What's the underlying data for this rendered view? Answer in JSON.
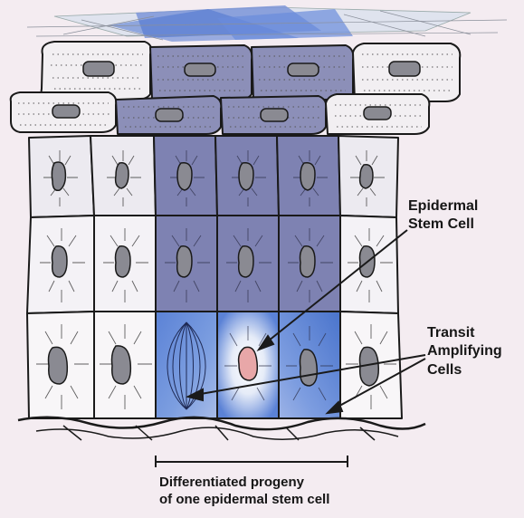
{
  "labels": {
    "stem_cell": [
      "Epidermal",
      "Stem Cell"
    ],
    "transit": [
      "Transit",
      "Amplifying",
      "Cells"
    ],
    "progeny": [
      "Differentiated progeny",
      "of one epidermal stem cell"
    ]
  },
  "colors": {
    "background": "#f4ecf1",
    "cell_white": "#f8f6f8",
    "cell_lavender": "#8a8eb8",
    "cell_blue": "#4f78d0",
    "stem_nucleus": "#e8a7a8",
    "nucleus": "#8a8a92",
    "outline": "#1a1a1a"
  }
}
